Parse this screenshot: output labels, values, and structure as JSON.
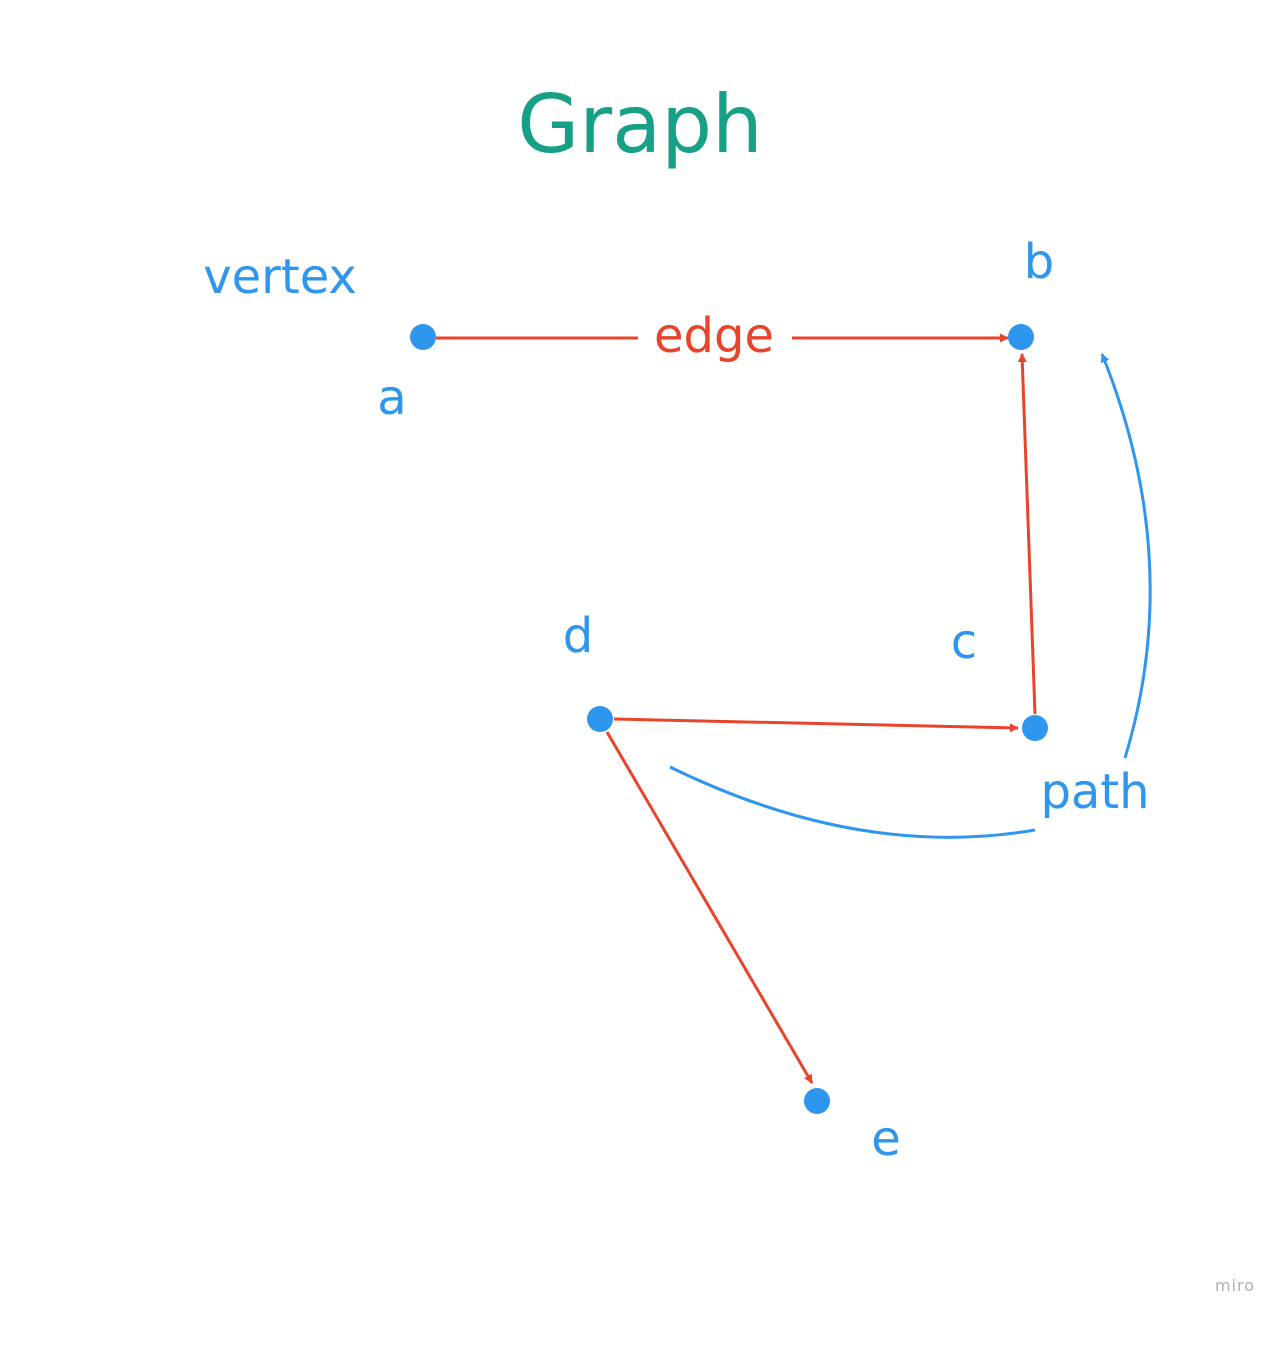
{
  "title": "Graph",
  "annotations": {
    "vertex": "vertex",
    "edge": "edge",
    "path": "path"
  },
  "nodes": [
    {
      "id": "a",
      "label": "a"
    },
    {
      "id": "b",
      "label": "b"
    },
    {
      "id": "c",
      "label": "c"
    },
    {
      "id": "d",
      "label": "d"
    },
    {
      "id": "e",
      "label": "e"
    }
  ],
  "edges": [
    {
      "from": "a",
      "to": "b",
      "label": "edge"
    },
    {
      "from": "c",
      "to": "b"
    },
    {
      "from": "d",
      "to": "c"
    },
    {
      "from": "d",
      "to": "e"
    }
  ],
  "watermark": "miro",
  "colors": {
    "title": "#16a085",
    "node": "#2f96ed",
    "label": "#2f96ed",
    "edge": "#e8442c",
    "path": "#2f96ed",
    "watermark": "#b0b0b0"
  }
}
